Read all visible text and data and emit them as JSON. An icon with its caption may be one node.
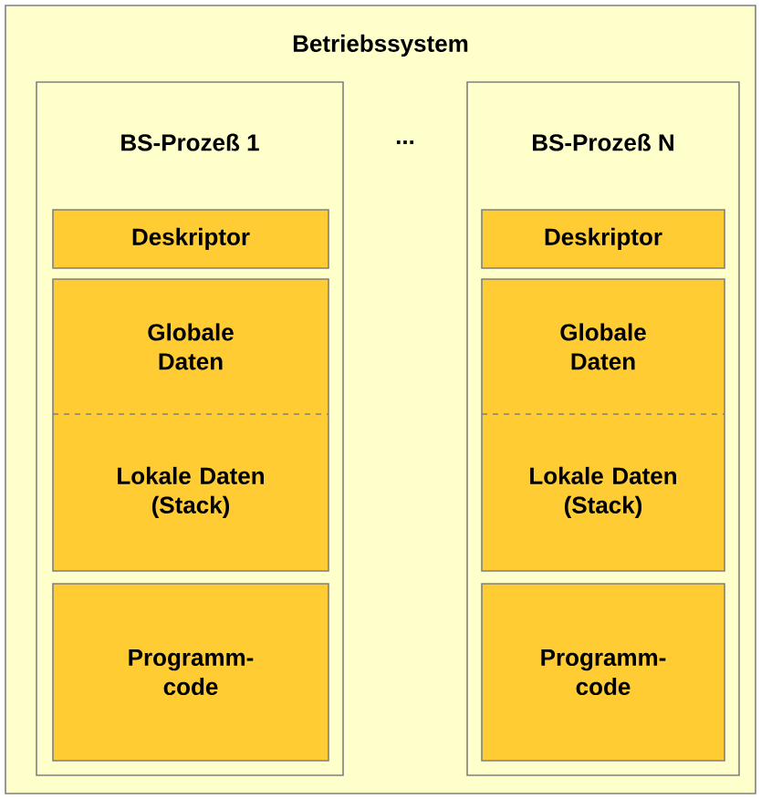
{
  "diagram": {
    "nodes": [
      {
        "text": [
          "Betriebssystem"
        ]
      },
      {
        "text": [
          "BS-Prozeß 1"
        ],
        "in": 0
      },
      {
        "text": [
          "Deskriptor"
        ],
        "in": 1
      },
      {
        "text": [
          "Globale Daten"
        ],
        "in": 1
      },
      {
        "text": [
          "Lokale Daten (Stack)"
        ],
        "in": 1
      },
      {
        "text": [
          "Programm- code"
        ],
        "in": 1
      },
      {
        "text": [
          "BS-Prozeß N"
        ],
        "in": 0
      },
      {
        "text": [
          "Deskriptor"
        ],
        "in": 6
      },
      {
        "text": [
          "Globale Daten"
        ],
        "in": 6
      },
      {
        "text": [
          "Lokale Daten (Stack)"
        ],
        "in": 6
      },
      {
        "text": [
          "Programm- code"
        ],
        "in": 6
      }
    ],
    "edges": [],
    "labels": [
      "..."
    ]
  }
}
